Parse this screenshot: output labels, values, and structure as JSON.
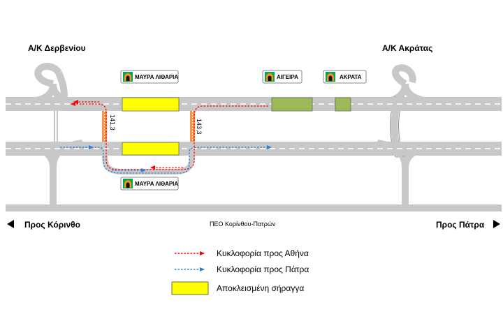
{
  "interchanges": {
    "left": "Α/Κ Δερβενίου",
    "right": "Α/Κ Ακράτας"
  },
  "tunnel_signs": {
    "top_left": "ΜΑΥΡΑ ΛΙΘΑΡΙΑ",
    "top_mid": "ΑΙΓΕΙΡΑ",
    "top_right": "ΑΚΡΑΤΑ",
    "bottom": "ΜΑΥΡΑ ΛΙΘΑΡΙΑ"
  },
  "crossovers": {
    "left_km": "141,3",
    "right_km": "143,3"
  },
  "directions": {
    "west": "Προς Κόρινθο",
    "east": "Προς Πάτρα",
    "old_road": "ΠΕΟ Κορίνθου-Πατρών"
  },
  "legend": {
    "athens": "Κυκλοφορία προς Αθήνα",
    "patra": "Κυκλοφορία προς Πάτρα",
    "closed": "Αποκλεισμένη σήραγγα"
  },
  "colors": {
    "road": "#c8c8c8",
    "road_edge": "#bdbdbd",
    "lane_mark": "#ffffff",
    "closed_tunnel": "#ffff00",
    "open_tunnel": "#9bbb59",
    "crossover": "#f79646",
    "athens_route": "#ff0000",
    "patra_route": "#2f7fd8",
    "sign_green": "#00a651",
    "sign_orange": "#f7941d"
  }
}
